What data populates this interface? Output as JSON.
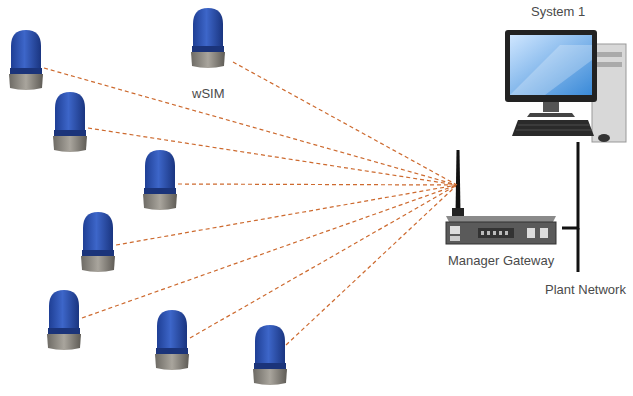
{
  "diagram": {
    "nodes": [
      {
        "text": [
          "wSIM"
        ]
      },
      {
        "text": [
          "Manager Gateway"
        ]
      },
      {
        "text": [
          "System 1"
        ]
      }
    ],
    "edges": [
      {
        "from": 0,
        "to": 1,
        "arrow": "none"
      },
      {
        "from": 2,
        "to": 1,
        "arrow": "none"
      }
    ],
    "labels": [
      "Plant Network"
    ]
  }
}
